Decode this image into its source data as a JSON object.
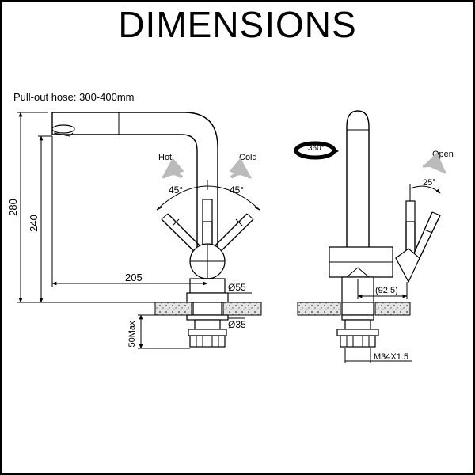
{
  "title": "DIMENSIONS",
  "hose_note": "Pull-out hose: 300-400mm",
  "labels": {
    "hot": "Hot",
    "cold": "Cold",
    "angle_left": "45°",
    "angle_right": "45°",
    "height_total": "280",
    "height_spout": "240",
    "reach": "205",
    "base_diameter": "Ø55",
    "shank_diameter": "Ø35",
    "max_thickness": "50Max",
    "rotation": "360°",
    "open": "Open",
    "open_angle": "25°",
    "base_offset": "(92.5)",
    "thread": "M34X1.5"
  },
  "icons": {
    "rotation": "rotation-arrow-icon",
    "hot": "curved-arrow-left-icon",
    "cold": "curved-arrow-right-icon",
    "open": "curved-arrow-open-icon"
  }
}
